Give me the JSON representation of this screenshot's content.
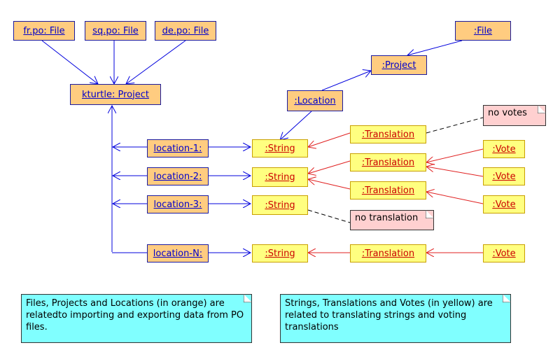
{
  "orange_nodes": {
    "fr_po": "fr.po: File",
    "sq_po": "sq.po: File",
    "de_po": "de.po: File",
    "kturtle": "kturtle: Project",
    "file": ":File",
    "project": ":Project",
    "location": ":Location",
    "location_1": "location-1:",
    "location_2": "location-2:",
    "location_3": "location-3:",
    "location_n": "location-N:"
  },
  "yellow_nodes": {
    "string_1": ":String",
    "string_2": ":String",
    "string_3": ":String",
    "string_n": ":String",
    "translation_1": ":Translation",
    "translation_2": ":Translation",
    "translation_3": ":Translation",
    "translation_n": ":Translation",
    "vote_1": ":Vote",
    "vote_2": ":Vote",
    "vote_3": ":Vote",
    "vote_n": ":Vote"
  },
  "notes": {
    "no_votes": "no votes",
    "no_translation": "no translation",
    "orange_legend": "Files, Projects and Locations (in orange) are relatedto importing and exporting data from PO files.",
    "yellow_legend": "Strings, Translations and Votes (in yellow) are related to translating strings and voting translations"
  },
  "colors": {
    "orange_fill": "#ffcc80",
    "yellow_fill": "#ffff80",
    "blue_edge": "#0000dd",
    "red_edge": "#e02020",
    "note_pink": "#ffd0d0",
    "note_cyan": "#80ffff"
  }
}
